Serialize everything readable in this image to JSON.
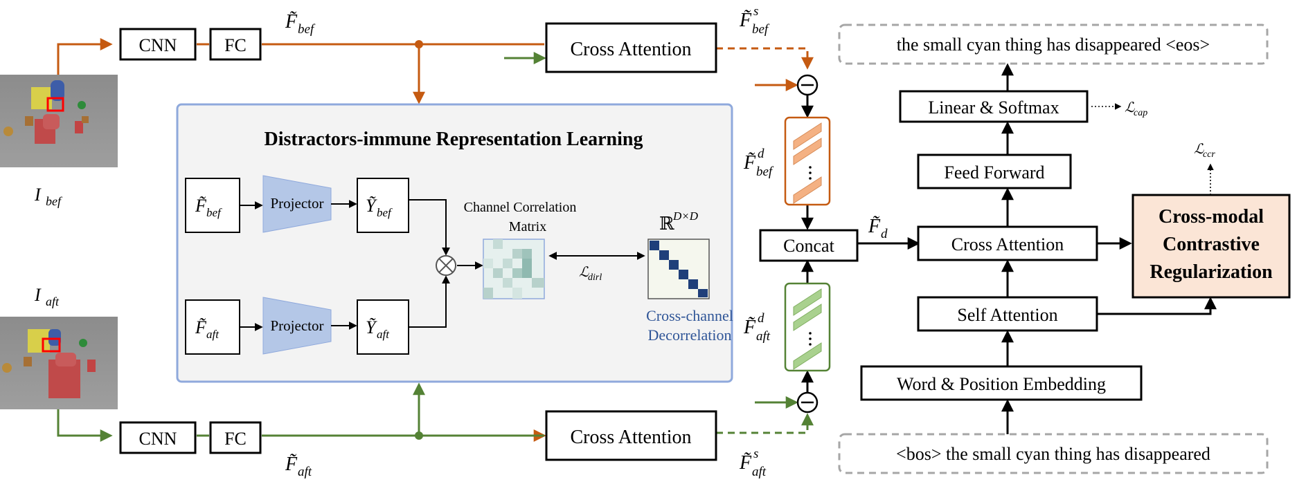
{
  "colors": {
    "before_path": "#c55a11",
    "after_path": "#548235",
    "dirl_border": "#8fa9dc",
    "dirl_fill": "#f3f3f3",
    "projector": "#b4c7e7",
    "decor_text": "#2f5597",
    "diag_cell": "#1f3f7a",
    "ccr_fill": "#fbe5d6",
    "bef_bars": "#f4b183",
    "aft_bars": "#a9d18e",
    "dashed_box": "#a6a6a6"
  },
  "inputs": {
    "before_label": "I",
    "before_sub": "bef",
    "after_label": "I",
    "after_sub": "aft"
  },
  "encoder": {
    "cnn_label": "CNN",
    "fc_label": "FC"
  },
  "features": {
    "bef_sym": "F̃",
    "bef_sub": "bef",
    "aft_sym": "F̃",
    "aft_sub": "aft"
  },
  "cross_attention": {
    "top_label": "Cross Attention",
    "bottom_label": "Cross Attention",
    "bef_s_sym": "F̃",
    "bef_s_sup": "s",
    "bef_s_sub": "bef",
    "aft_s_sym": "F̃",
    "aft_s_sup": "s",
    "aft_s_sub": "aft"
  },
  "dirl": {
    "title": "Distractors-immune Representation Learning",
    "in_bef_sym": "F̃",
    "in_bef_sub": "bef",
    "in_aft_sym": "F̃",
    "in_aft_sub": "aft",
    "projector_label": "Projector",
    "y_bef_sym": "Ỹ",
    "y_bef_sub": "bef",
    "y_aft_sym": "Ỹ",
    "y_aft_sub": "aft",
    "matrix_label_line1": "Channel Correlation",
    "matrix_label_line2": "Matrix",
    "loss_sym": "ℒ",
    "loss_sub": "dirl",
    "real_space": "ℝ",
    "real_space_sup": "D×D",
    "decor_line1": "Cross-channel",
    "decor_line2": "Decorrelation"
  },
  "difference": {
    "bef_d_sym": "F̃",
    "bef_d_sup": "d",
    "bef_d_sub": "bef",
    "aft_d_sym": "F̃",
    "aft_d_sup": "d",
    "aft_d_sub": "aft",
    "concat_label": "Concat",
    "fd_sym": "F̃",
    "fd_sub": "d"
  },
  "decoder": {
    "output_caption": "the small cyan thing has disappeared <eos>",
    "input_caption": "<bos> the small cyan thing has disappeared",
    "linear_softmax": "Linear & Softmax",
    "feed_forward": "Feed Forward",
    "cross_attention": "Cross Attention",
    "self_attention": "Self Attention",
    "embedding": "Word & Position Embedding",
    "loss_cap_sym": "ℒ",
    "loss_cap_sub": "cap",
    "loss_ccr_sym": "ℒ",
    "loss_ccr_sub": "ccr"
  },
  "ccr": {
    "line1": "Cross-modal",
    "line2": "Contrastive",
    "line3": "Regularization"
  }
}
